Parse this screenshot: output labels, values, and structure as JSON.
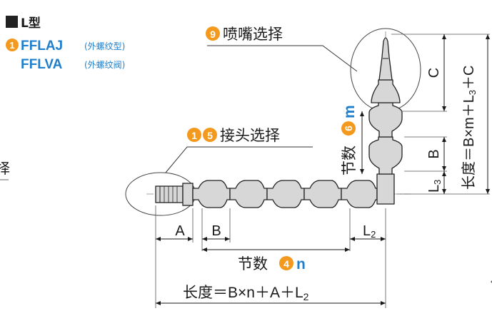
{
  "type_label": "L型",
  "models": [
    {
      "badge": "1",
      "code": "FFLAJ",
      "desc": "(外螺纹型)"
    },
    {
      "badge": "",
      "code": "FFLVA",
      "desc": "(外螺纹阀)"
    }
  ],
  "side_fragment": "择",
  "nozzle_select": {
    "badge": "9",
    "label": "喷嘴选择"
  },
  "joint_select": {
    "badges": [
      "1",
      "5"
    ],
    "label": "接头选择"
  },
  "vertical_segments": {
    "label": "节数",
    "badge": "6",
    "var": "m"
  },
  "horizontal_segments": {
    "label": "节数",
    "badge": "4",
    "var": "n"
  },
  "dims": {
    "A": "A",
    "B_horizontal": "B",
    "L2_base": "L",
    "L2_sub": "2",
    "C": "C",
    "B_vertical": "B",
    "L3_base": "L",
    "L3_sub": "3",
    "length_h_prefix": "长度＝B×n＋A＋L",
    "length_h_sub": "2",
    "length_v_prefix": "长度＝B×m＋L",
    "length_v_sub": "3",
    "length_v_suffix": "＋C"
  },
  "colors": {
    "accent_orange": "#f39a1e",
    "brand_blue": "#1f7fcc",
    "part_fill": "#d7d7d7",
    "ink": "#1a1a1a"
  }
}
